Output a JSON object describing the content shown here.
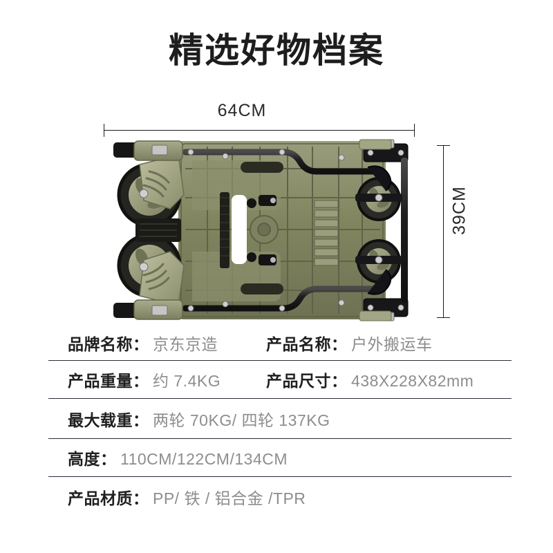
{
  "header": {
    "title": "精选好物档案"
  },
  "product_image": {
    "alt_name": "folded-outdoor-utility-cart-top-view",
    "colors": {
      "olive_light": "#b4b496",
      "olive_mid": "#8f9272",
      "olive_dark": "#6c7053",
      "olive_deep": "#555945",
      "black_frame": "#1c1c1c",
      "tire_black": "#2a2a2a",
      "metal_silver": "#c9c9c9",
      "cutout_white": "#ffffff"
    }
  },
  "dimensions": {
    "width_label": "64CM",
    "height_label": "39CM"
  },
  "specs": {
    "rows": [
      {
        "cells": [
          {
            "label": "品牌名称",
            "colon": "：",
            "value": "京东京造"
          },
          {
            "label": "产品名称",
            "colon": "：",
            "value": "户外搬运车"
          }
        ]
      },
      {
        "cells": [
          {
            "label": "产品重量",
            "colon": "：",
            "value": "约 7.4KG"
          },
          {
            "label": "产品尺寸",
            "colon": "：",
            "value": "438X228X82mm"
          }
        ]
      },
      {
        "cells": [
          {
            "label": "最大载重",
            "colon": "：",
            "value": "两轮 70KG/ 四轮 137KG"
          }
        ]
      },
      {
        "cells": [
          {
            "label": "高度",
            "colon": "：",
            "value": "110CM/122CM/134CM"
          }
        ]
      },
      {
        "cells": [
          {
            "label": "产品材质",
            "colon": "：",
            "value": "PP/ 铁 / 铝合金 /TPR"
          }
        ]
      }
    ]
  }
}
